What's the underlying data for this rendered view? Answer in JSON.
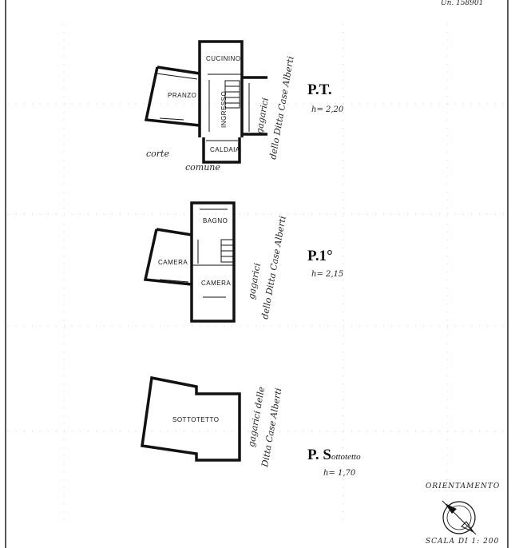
{
  "header": {
    "corner_text": "Un. 158901"
  },
  "plans": [
    {
      "id": "pt",
      "floor_label": "P.T.",
      "height_label": "h= 2,20",
      "rooms": [
        "CUCININO",
        "PRANZO",
        "INGRESSO",
        "CALDAIA"
      ],
      "side_note_1": "gagarici",
      "side_note_2": "dello Ditta Case Alberti",
      "extra_note_1": "corte",
      "extra_note_2": "comune"
    },
    {
      "id": "p1",
      "floor_label": "P.1°",
      "height_label": "h= 2,15",
      "rooms": [
        "BAGNO",
        "CAMERA",
        "CAMERA"
      ],
      "side_note_1": "gagarici",
      "side_note_2": "dello Ditta Case Alberti"
    },
    {
      "id": "ps",
      "floor_label_main": "P. S",
      "floor_label_rest": "ottotetto",
      "height_label": "h= 1,70",
      "rooms": [
        "SOTTOTETTO"
      ],
      "side_note_1": "gagarici delle",
      "side_note_2": "Ditta Case Alberti"
    }
  ],
  "orientation": {
    "label": "ORIENTAMENTO",
    "scale": "SCALA DI 1: 200"
  }
}
